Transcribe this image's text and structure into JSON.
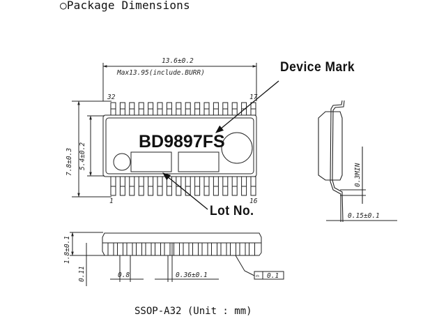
{
  "document": {
    "heading": "○Package Dimensions",
    "caption": "SSOP-A32 (Unit : mm)"
  },
  "callouts": {
    "device_mark": "Device Mark",
    "lot_no": "Lot No."
  },
  "top_view": {
    "device_marking": "BD9897FS",
    "pin_labels": {
      "pin_32": "32",
      "pin_17": "17",
      "pin_1": "1",
      "pin_16": "16"
    },
    "pins_per_side": 16,
    "dimensions": {
      "length": "13.6±0.2",
      "length_max": "Max13.95(include.BURR)",
      "width_overall": "7.8±0.3",
      "body_width": "5.4±0.2"
    }
  },
  "end_view": {
    "dimensions": {
      "standoff": "0.3MIN",
      "lead_thickness": "0.15±0.1"
    }
  },
  "side_view": {
    "dimensions": {
      "height": "1.8±0.1",
      "standoff": "0.11",
      "pitch": "0.8",
      "lead_width": "0.36±0.1",
      "coplanarity_symbol": "⌓",
      "coplanarity": "0.1"
    }
  }
}
